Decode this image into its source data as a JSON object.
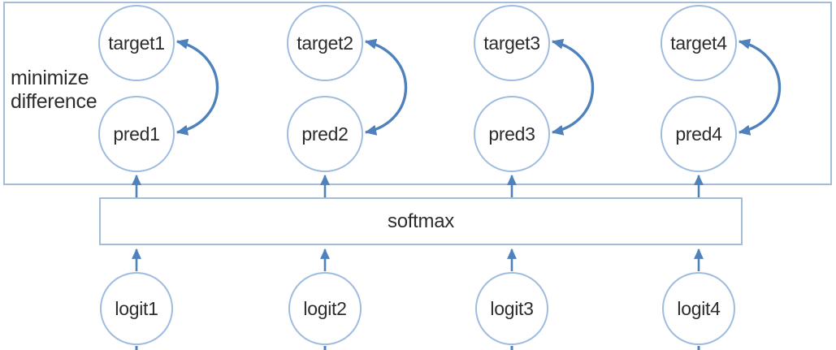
{
  "diagram": {
    "title_context": "softmax with minimize-difference diagram",
    "labels": {
      "minimize_line1": "minimize",
      "minimize_line2": "difference",
      "softmax": "softmax"
    },
    "nodes": {
      "targets": [
        "target1",
        "target2",
        "target3",
        "target4"
      ],
      "preds": [
        "pred1",
        "pred2",
        "pred3",
        "pred4"
      ],
      "logits": [
        "logit1",
        "logit2",
        "logit3",
        "logit4"
      ]
    },
    "edges": {
      "logit_to_softmax": [
        "logit1→softmax",
        "logit2→softmax",
        "logit3→softmax",
        "logit4→softmax"
      ],
      "softmax_to_pred": [
        "softmax→pred1",
        "softmax→pred2",
        "softmax→pred3",
        "softmax→pred4"
      ],
      "pred_target_compare": [
        "target1↔pred1",
        "target2↔pred2",
        "target3↔pred3",
        "target4↔pred4"
      ]
    },
    "colors": {
      "arrow": "#4f81bd",
      "shape_border": "#9fbcdf",
      "box_border": "#a4bcd8",
      "text": "#2d2d2d",
      "bg": "#ffffff"
    }
  }
}
